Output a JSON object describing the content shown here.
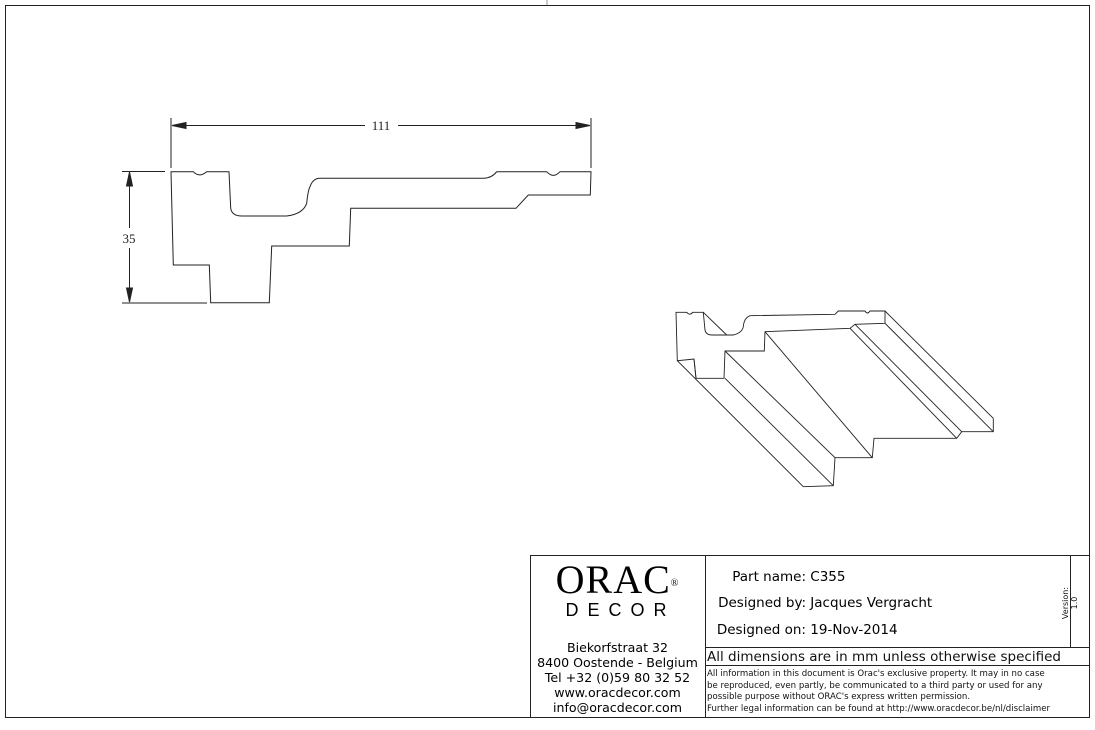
{
  "drawing": {
    "dimension_width": "111",
    "dimension_height": "35"
  },
  "title_block": {
    "logo_main": "ORAC",
    "logo_sub": "DECOR",
    "logo_registered": "®",
    "address": [
      "Biekorfstraat 32",
      "8400 Oostende - Belgium",
      "Tel  +32 (0)59 80 32 52",
      "www.oracdecor.com",
      "info@oracdecor.com"
    ],
    "part_name_label": "Part name:",
    "part_name": "C355",
    "designed_by_label": "Designed by:",
    "designed_by": "Jacques Vergracht",
    "designed_on_label": "Designed on:",
    "designed_on": "19-Nov-2014",
    "version": "Version: 1.0",
    "units_note": "All dimensions are in mm unless otherwise specified",
    "legal": [
      "All information in this document is Orac's exclusive property.  It may in no case",
      "be reproduced, even partly, be communicated to a third party or used for any",
      "possible purpose without ORAC's express written permission.",
      "Further legal information can be found at http://www.oracdecor.be/nl/disclaimer"
    ]
  }
}
